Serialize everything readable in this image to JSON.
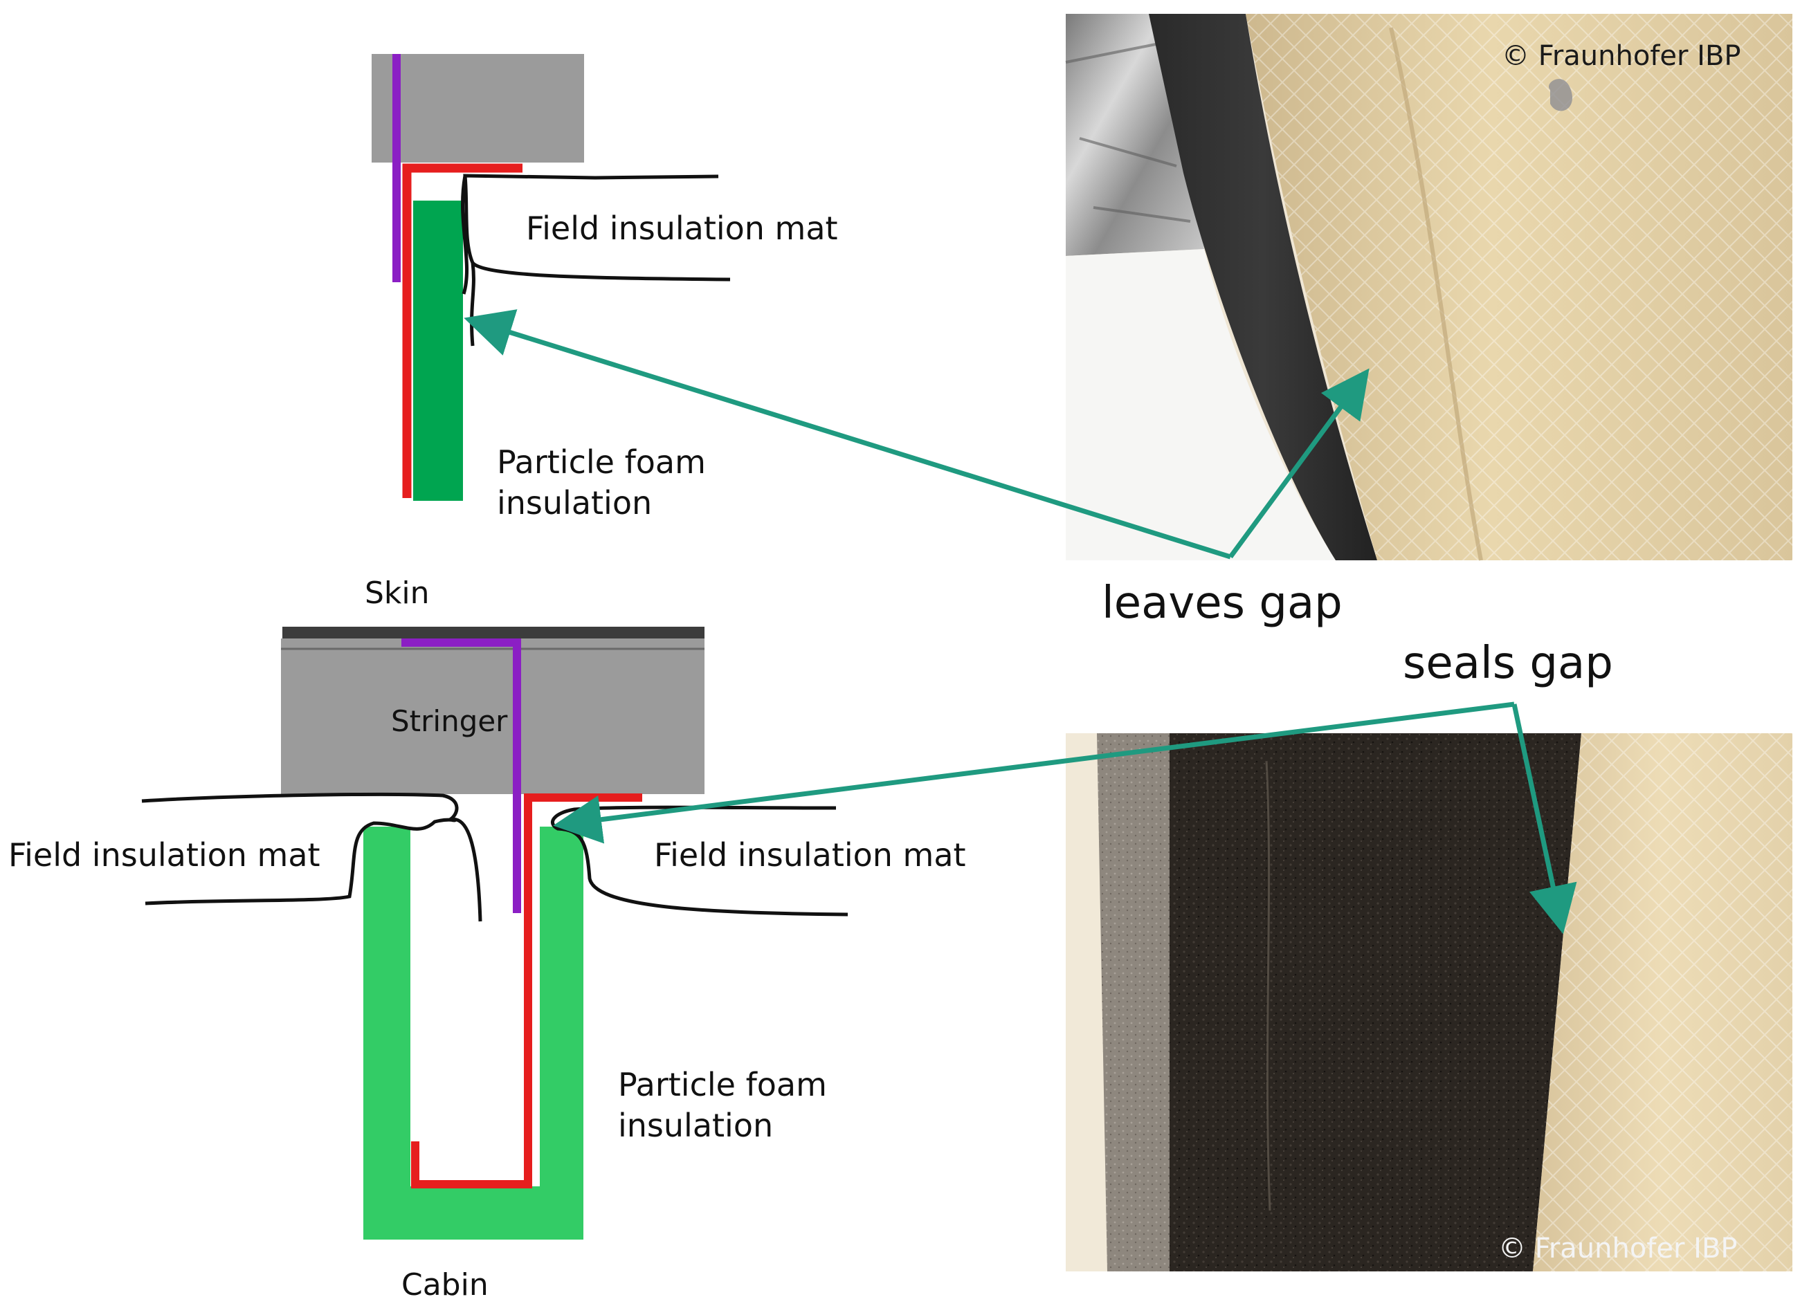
{
  "top_diagram": {
    "field_mat_label": "Field insulation mat",
    "foam_label_line1": "Particle foam",
    "foam_label_line2": "insulation"
  },
  "bottom_diagram": {
    "skin_label": "Skin",
    "stringer_label": "Stringer",
    "field_mat_left_label": "Field insulation mat",
    "field_mat_right_label": "Field insulation mat",
    "foam_label_line1": "Particle foam",
    "foam_label_line2": "insulation",
    "cabin_label": "Cabin"
  },
  "annotations": {
    "leaves_gap": "leaves gap",
    "seals_gap": "seals gap"
  },
  "photos": {
    "top_copyright": "© Fraunhofer IBP",
    "bottom_copyright": "© Fraunhofer IBP"
  },
  "colors": {
    "structure_gray": "#9b9b9b",
    "skin_dark": "#3c3c3c",
    "clip_purple": "#8b1fc4",
    "frame_red": "#e61e1e",
    "foam_green_top": "#00a550",
    "foam_green_bottom": "#33cc66",
    "arrow_teal": "#1f9a80"
  }
}
